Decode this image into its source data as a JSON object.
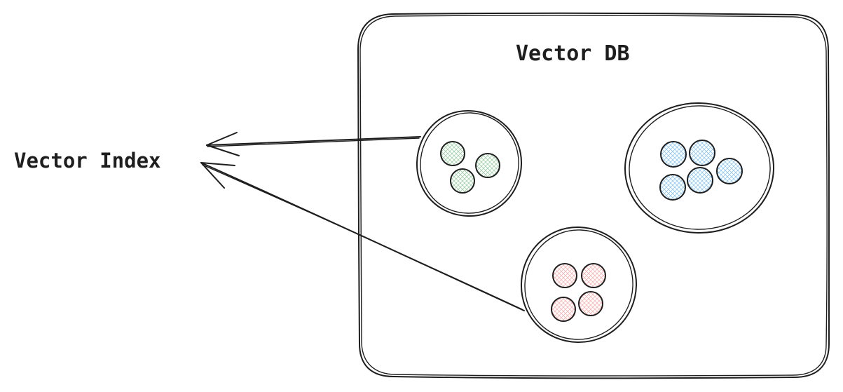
{
  "db_label": "Vector DB",
  "index_label": "Vector Index",
  "colors": {
    "stroke": "#1e1e1e",
    "green": "#2f9e44",
    "blue": "#4dabf7",
    "red": "#ff8787"
  },
  "clusters": [
    {
      "name": "green-cluster",
      "color": "green",
      "points": 3,
      "connected_to_index": true
    },
    {
      "name": "blue-cluster",
      "color": "blue",
      "points": 5,
      "connected_to_index": false
    },
    {
      "name": "red-cluster",
      "color": "red",
      "points": 4,
      "connected_to_index": true
    }
  ]
}
